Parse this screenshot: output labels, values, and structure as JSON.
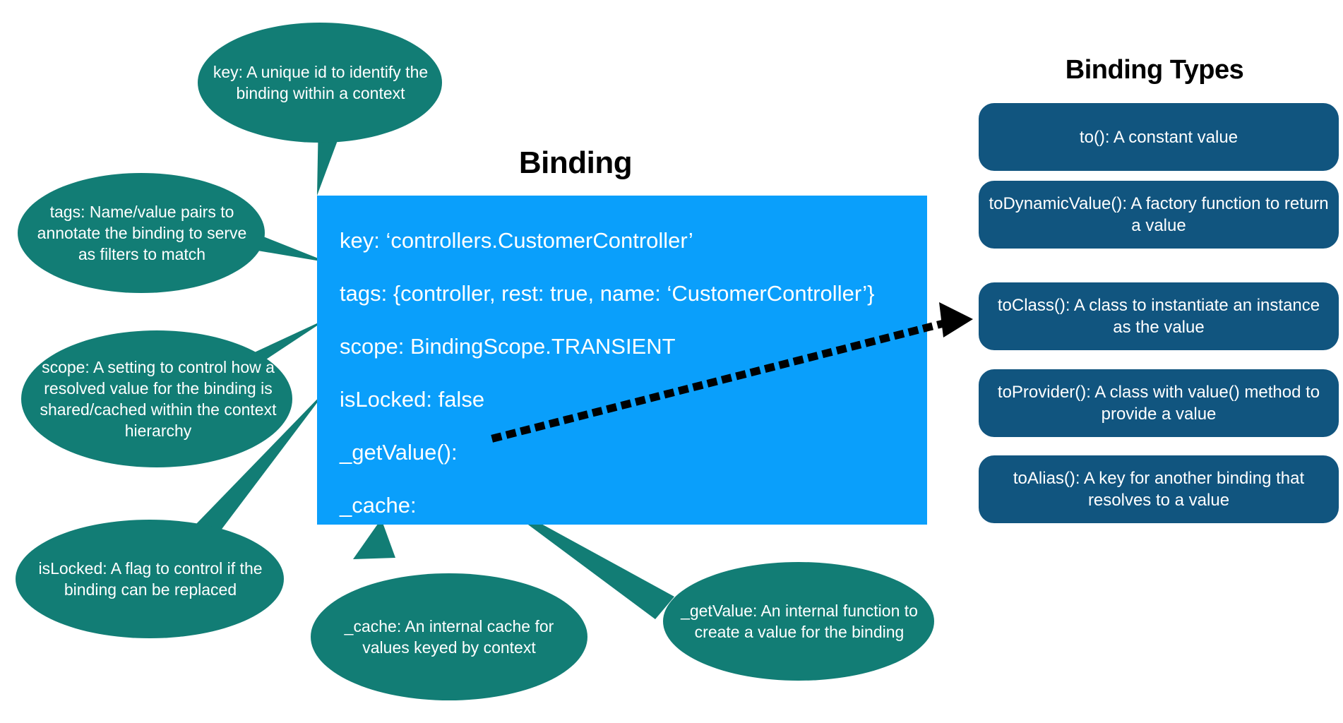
{
  "palette": {
    "background": "#ffffff",
    "binding_card_blue": "#0a9ffb",
    "binding_type_navy": "#11557f",
    "callout_teal": "#127d75",
    "text_light": "#ffffff",
    "text_dark": "#000000",
    "arrow": "#000000"
  },
  "binding": {
    "title": "Binding",
    "rows": [
      {
        "id": "key",
        "text": "key: ‘controllers.CustomerController’"
      },
      {
        "id": "tags",
        "text": "tags: {controller, rest: true, name: ‘CustomerController’}"
      },
      {
        "id": "scope",
        "text": "scope: BindingScope.TRANSIENT"
      },
      {
        "id": "isLocked",
        "text": "isLocked: false"
      },
      {
        "id": "getValue",
        "text": "_getValue():"
      },
      {
        "id": "cache",
        "text": "_cache:"
      }
    ]
  },
  "binding_types": {
    "title": "Binding Types",
    "items": [
      {
        "id": "to",
        "text": "to(): A constant value"
      },
      {
        "id": "toDynamicValue",
        "text": "toDynamicValue(): A factory function to return a value"
      },
      {
        "id": "toClass",
        "text": "toClass(): A class to instantiate an instance as the value"
      },
      {
        "id": "toProvider",
        "text": "toProvider(): A class with value() method to provide a value"
      },
      {
        "id": "toAlias",
        "text": "toAlias(): A key for another binding that resolves to a value"
      }
    ]
  },
  "callouts": [
    {
      "id": "key",
      "text": "key: A unique id to identify the binding within a context"
    },
    {
      "id": "tags",
      "text": "tags: Name/value pairs to annotate the binding to serve as filters to match"
    },
    {
      "id": "scope",
      "text": "scope: A setting to control how a resolved value for the binding is shared/cached within the context hierarchy"
    },
    {
      "id": "isLocked",
      "text": "isLocked: A flag to control if the binding can be replaced"
    },
    {
      "id": "cache",
      "text": "_cache: An internal cache for values keyed by context"
    },
    {
      "id": "getValue",
      "text": "_getValue: An internal function to create a value for the binding"
    }
  ],
  "connector": {
    "id": "getvalue-to-toclass",
    "style": "dotted-arrow",
    "from": "_getValue():",
    "to": "toClass(): A class to instantiate an instance as the value"
  }
}
